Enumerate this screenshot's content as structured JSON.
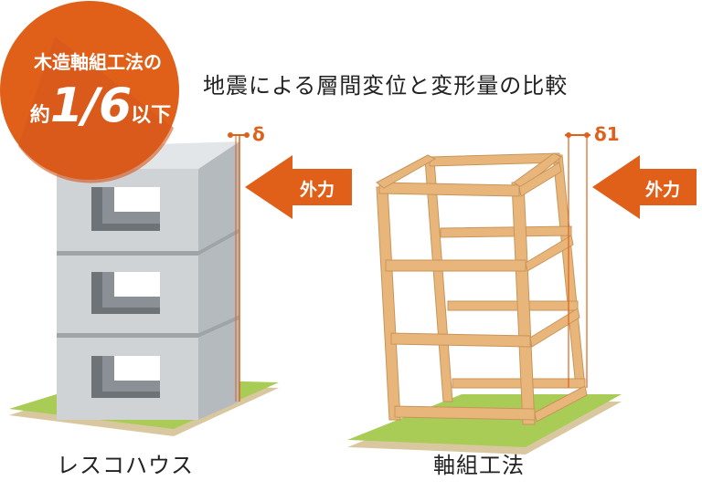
{
  "title": "地震による層間変位と変形量の比較",
  "badge": {
    "line1": "木造軸組工法の",
    "prefix": "約",
    "value": "1/6",
    "suffix": "以下"
  },
  "left": {
    "label": "レスコハウス",
    "force_label": "外力",
    "delta_label": "δ"
  },
  "right": {
    "label": "軸組工法",
    "force_label": "外力",
    "delta_label": "δ1"
  },
  "colors": {
    "accent": "#e0601a",
    "ground": "#a8cc55",
    "wood": "#e8b57a",
    "concrete": "#cfd3d6"
  }
}
